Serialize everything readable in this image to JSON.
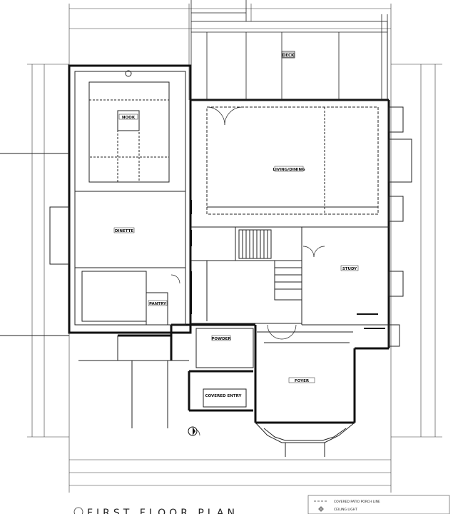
{
  "drawing": {
    "title": "FIRST FLOOR PLAN",
    "rooms": {
      "deck": "DECK",
      "nook": "NOOK",
      "family": "LIVING/DINING",
      "dinette": "DINETTE",
      "study": "STUDY",
      "foyer": "FOYER",
      "powder": "POWDER",
      "pantry": "PANTRY",
      "covered_entry": "COVERED ENTRY"
    },
    "legend": [
      "COVERED PATIO PORCH LINE",
      "CEILING LIGHT"
    ]
  }
}
